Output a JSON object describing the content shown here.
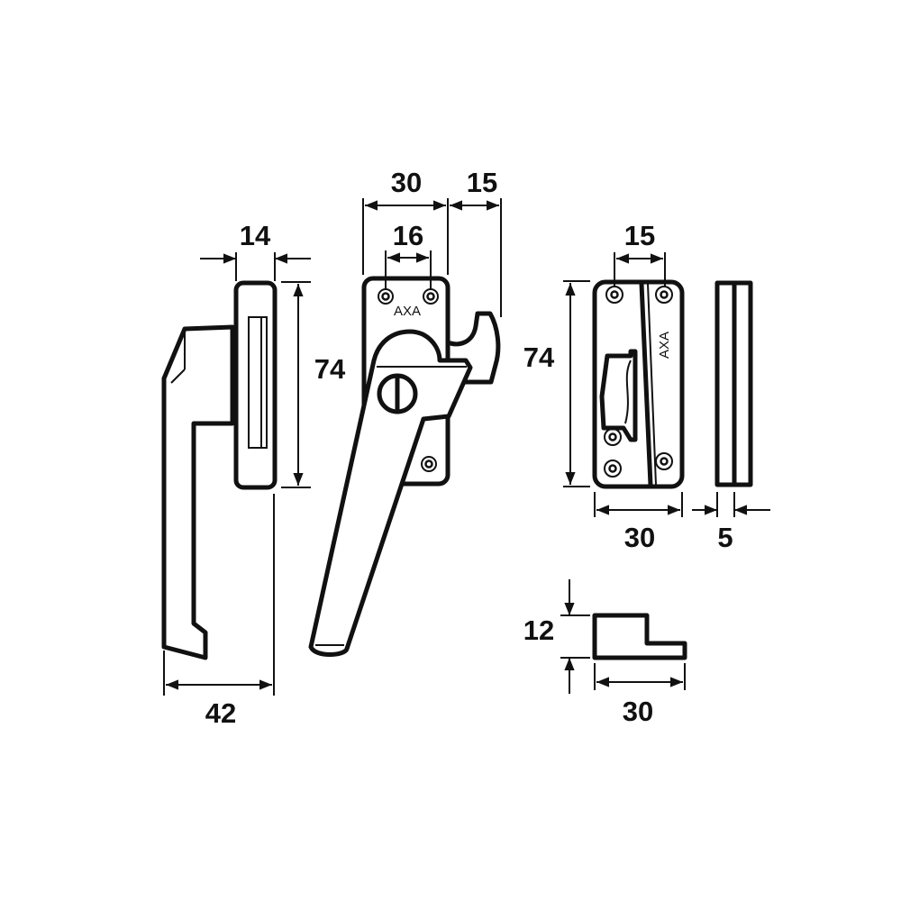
{
  "brand": "AXA",
  "colors": {
    "ink": "#111111",
    "background": "#ffffff"
  },
  "dimensions": {
    "side_view": {
      "plate_depth": "14",
      "height": "74",
      "total_depth": "42"
    },
    "front_view": {
      "plate_width": "30",
      "hook_projection": "15",
      "screw_spacing": "16"
    },
    "strike_plate": {
      "screw_spacing": "15",
      "height": "74",
      "width": "30",
      "thickness": "5"
    },
    "strike_profile": {
      "height": "12",
      "width": "30"
    }
  }
}
